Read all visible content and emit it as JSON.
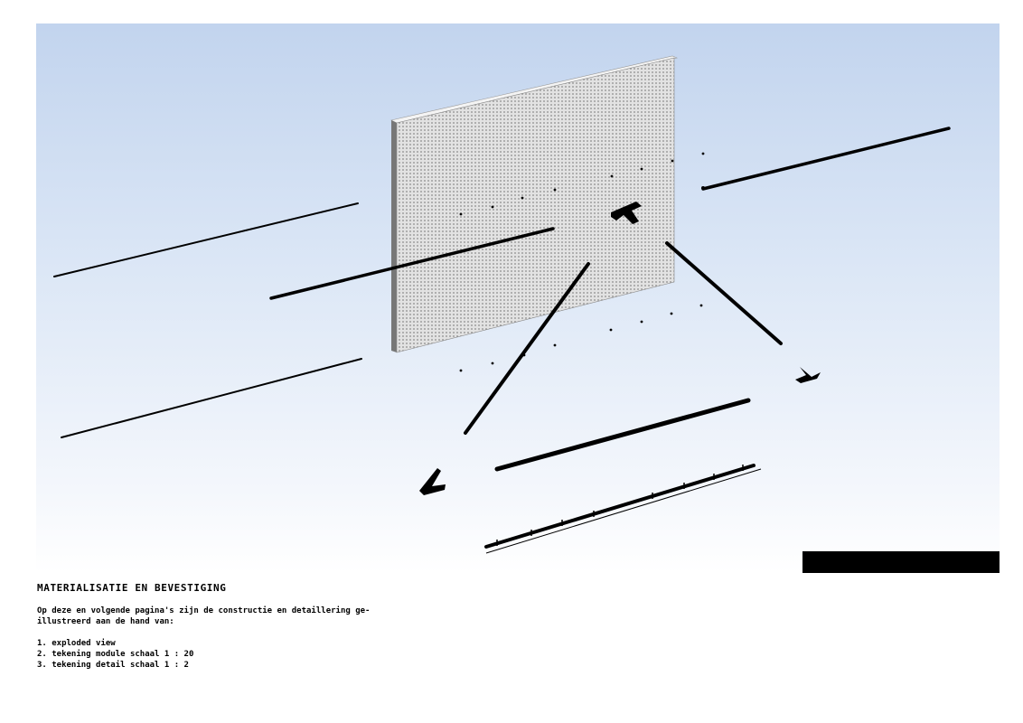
{
  "figure": {
    "caption": "",
    "colors": {
      "background_top": "#c2d4ee",
      "background_bottom": "#ffffff",
      "panel": "#d9d9d9",
      "parts": "#000000"
    }
  },
  "section": {
    "title": "MATERIALISATIE EN BEVESTIGING",
    "intro": "Op deze en volgende pagina's zijn de constructie en detaillering ge-\nillustreerd aan de hand van:",
    "items": [
      "1. exploded view",
      "2. tekening module schaal 1 : 20",
      "3. tekening detail schaal 1 : 2"
    ]
  }
}
